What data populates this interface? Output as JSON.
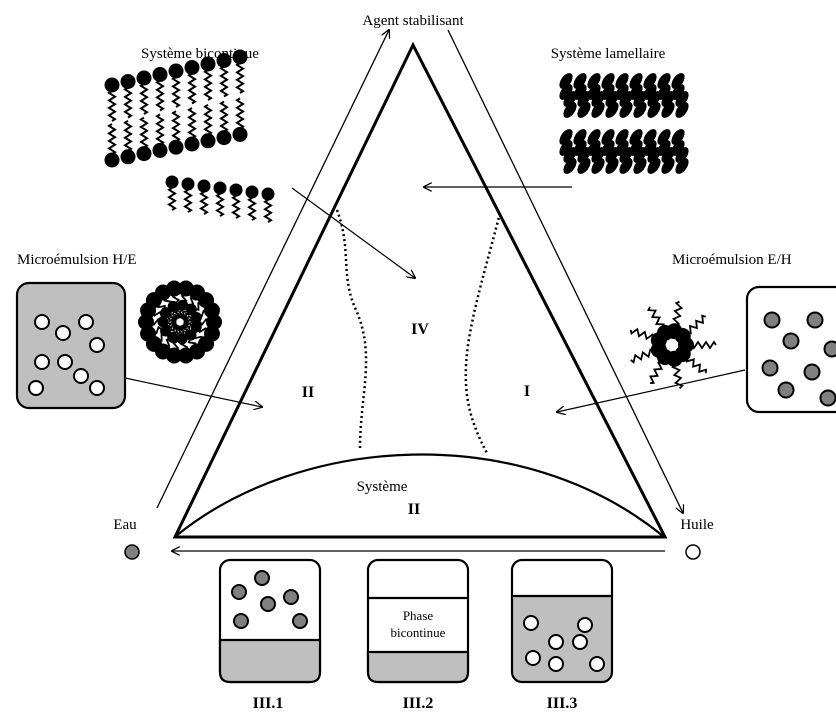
{
  "vertices": {
    "top": "Agent stabilisant",
    "left": "Eau",
    "right": "Huile"
  },
  "structures": {
    "bicontinuous": "Système bicontinue",
    "lamellar": "Système lamellaire",
    "micro_oil_in_water": "Microémulsion H/E",
    "micro_water_in_oil": "Microémulsion E/H"
  },
  "regions": {
    "left": "II",
    "center": "IV",
    "right": "I",
    "bottom_word": "Système",
    "bottom_numeral": "II"
  },
  "jars": [
    {
      "label": "III.1"
    },
    {
      "label": "III.2",
      "phase_line1": "Phase",
      "phase_line2": "bicontinue"
    },
    {
      "label": "III.3"
    }
  ],
  "colors": {
    "line": "#000000",
    "fill_gray": "#bfbfbf",
    "dot_gray": "#808080",
    "background": "#ffffff"
  }
}
